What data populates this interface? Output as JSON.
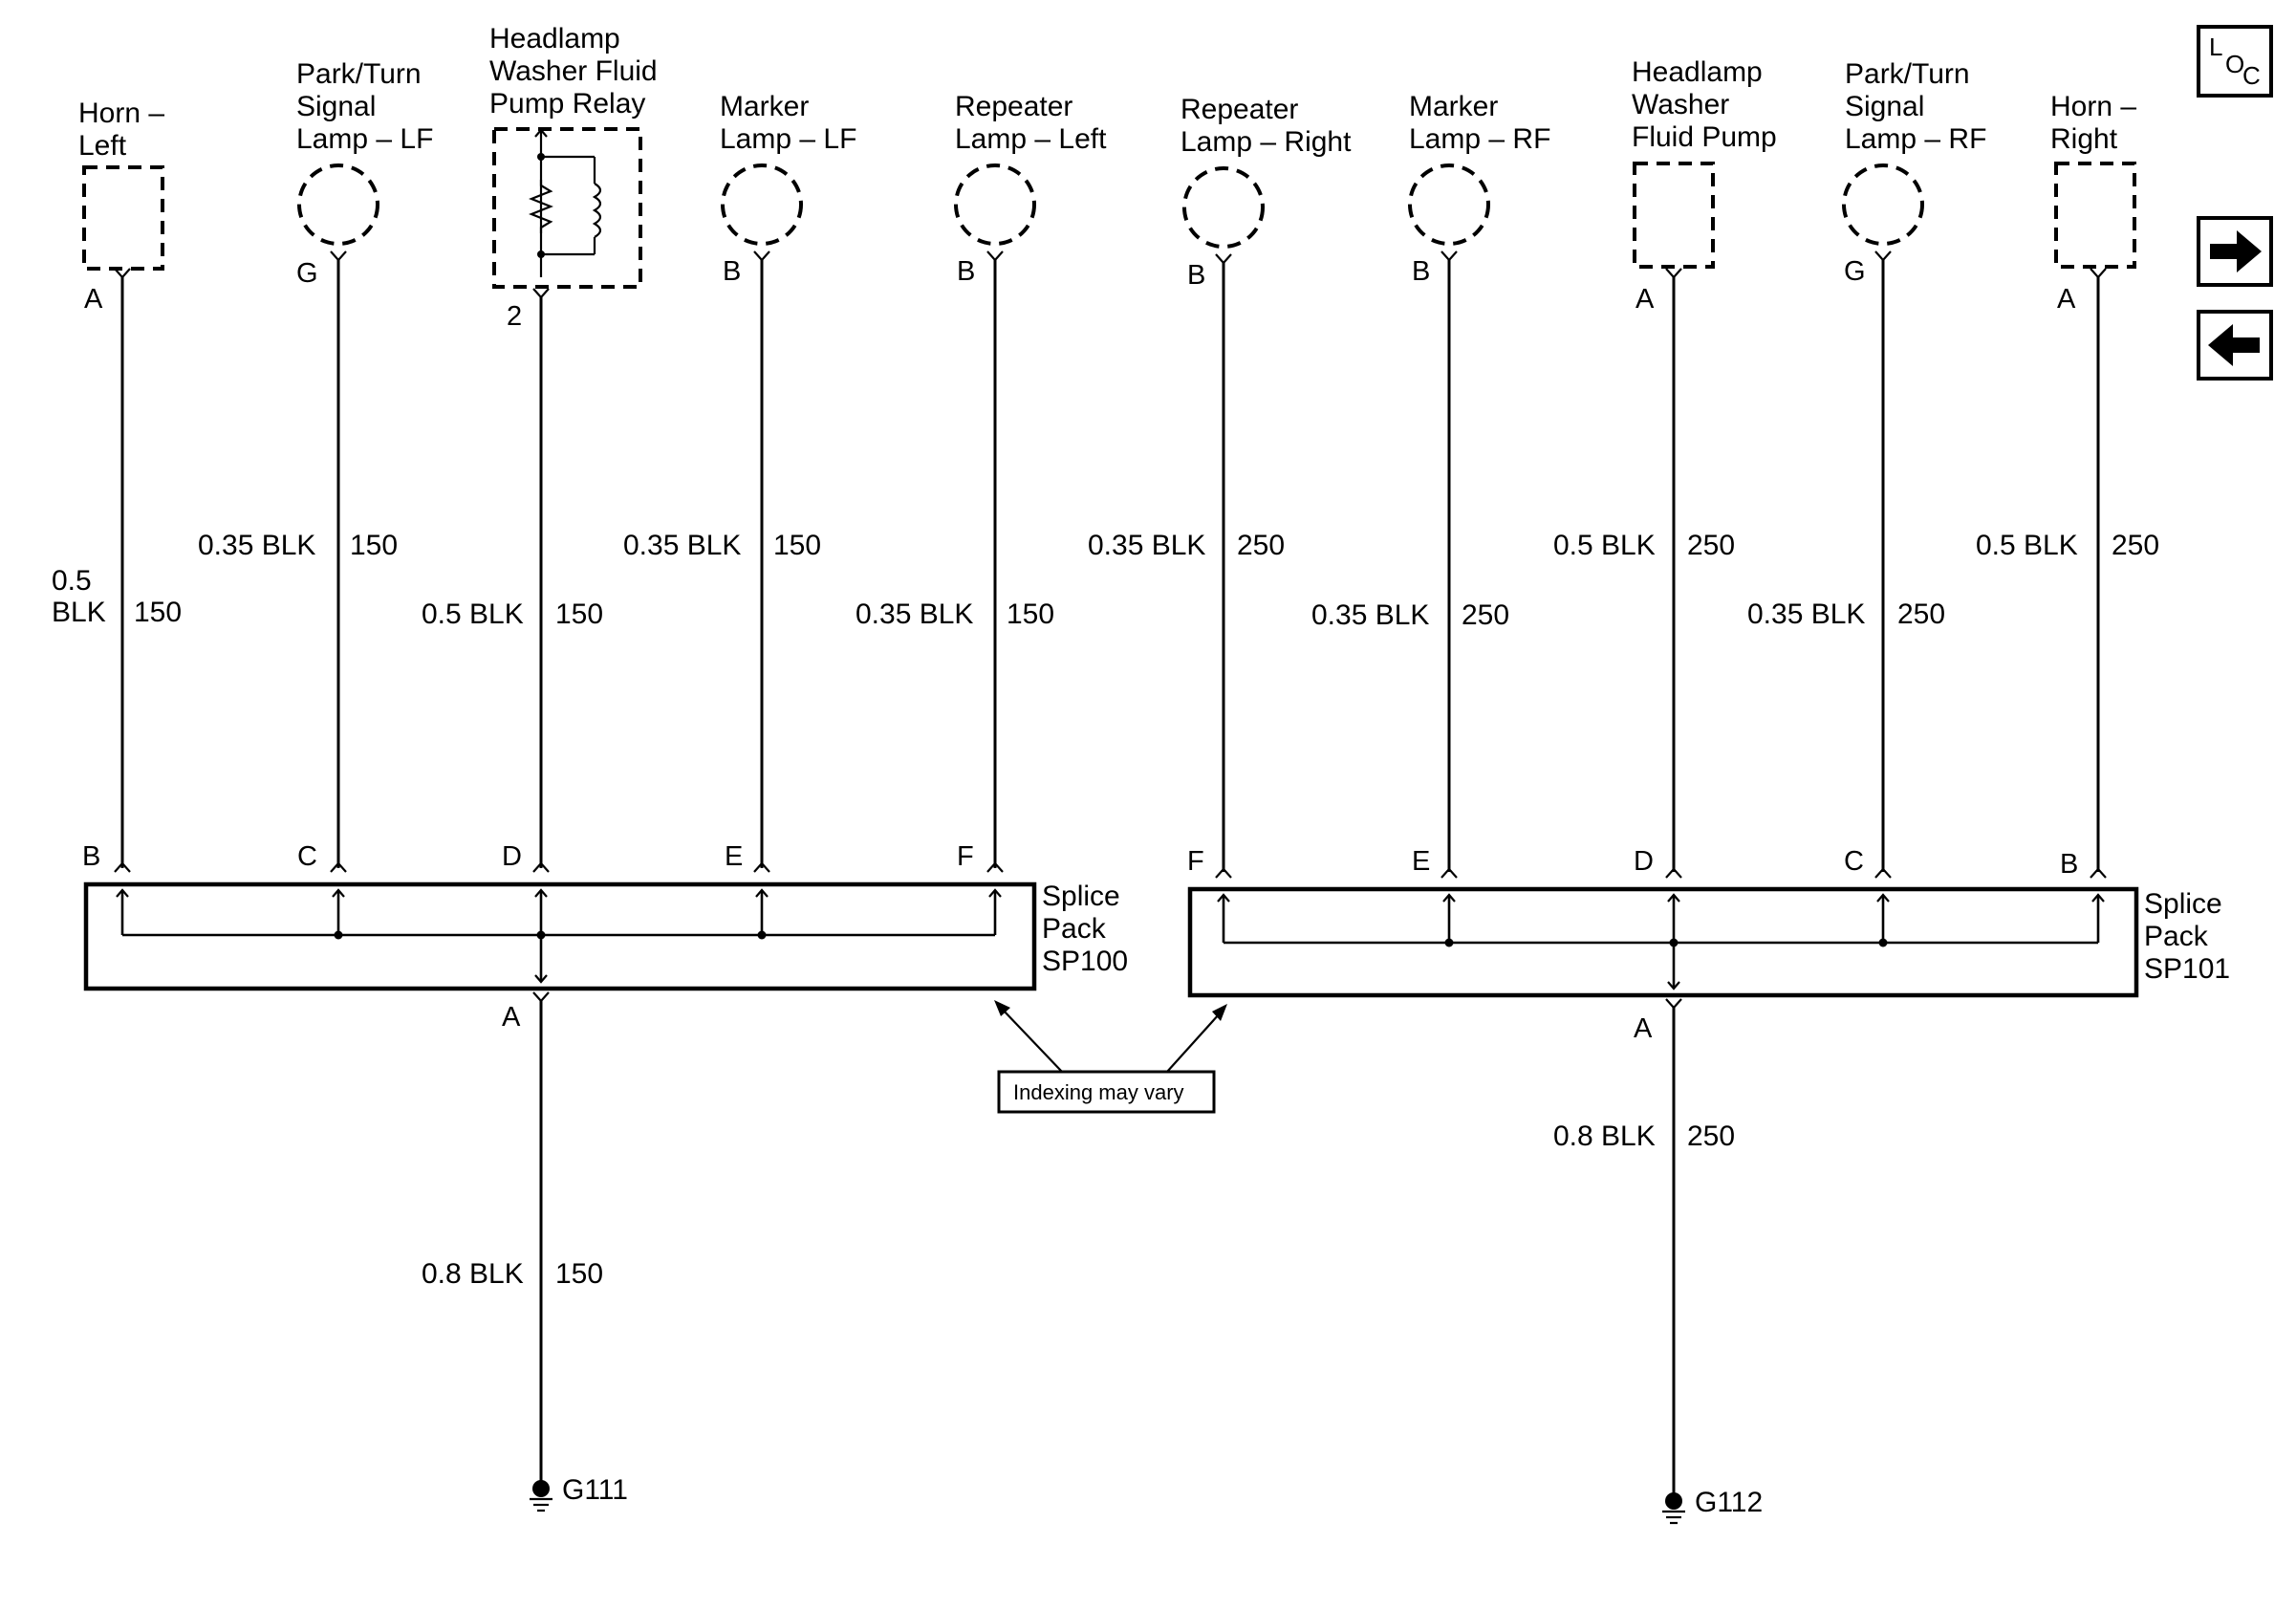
{
  "components": {
    "horn_left": {
      "label": [
        "Horn –",
        "Left"
      ],
      "top_pin": "A",
      "wire": [
        "0.5",
        "BLK"
      ],
      "circuit": "150",
      "splice_pin": "B"
    },
    "park_turn_lf": {
      "label": [
        "Park/Turn",
        "Signal",
        "Lamp – LF"
      ],
      "top_pin": "G",
      "wire": [
        "0.35 BLK"
      ],
      "circuit": "150",
      "splice_pin": "C"
    },
    "headlamp_washer_relay": {
      "label": [
        "Headlamp",
        "Washer Fluid",
        "Pump Relay"
      ],
      "top_pin": "2",
      "wire": [
        "0.5 BLK"
      ],
      "circuit": "150",
      "splice_pin": "D"
    },
    "marker_lf": {
      "label": [
        "Marker",
        "Lamp – LF"
      ],
      "top_pin": "B",
      "wire": [
        "0.35 BLK"
      ],
      "circuit": "150",
      "splice_pin": "E"
    },
    "repeater_left": {
      "label": [
        "Repeater",
        "Lamp – Left"
      ],
      "top_pin": "B",
      "wire": [
        "0.35 BLK"
      ],
      "circuit": "150",
      "splice_pin": "F"
    },
    "repeater_right": {
      "label": [
        "Repeater",
        "Lamp – Right"
      ],
      "top_pin": "B",
      "wire": [
        "0.35 BLK"
      ],
      "circuit": "250",
      "splice_pin": "F"
    },
    "marker_rf": {
      "label": [
        "Marker",
        "Lamp – RF"
      ],
      "top_pin": "B",
      "wire": [
        "0.35 BLK"
      ],
      "circuit": "250",
      "splice_pin": "E"
    },
    "headlamp_washer_pump": {
      "label": [
        "Headlamp",
        "Washer",
        "Fluid Pump"
      ],
      "top_pin": "A",
      "wire": [
        "0.5 BLK"
      ],
      "circuit": "250",
      "splice_pin": "D"
    },
    "park_turn_rf": {
      "label": [
        "Park/Turn",
        "Signal",
        "Lamp – RF"
      ],
      "top_pin": "G",
      "wire": [
        "0.35 BLK"
      ],
      "circuit": "250",
      "splice_pin": "C"
    },
    "horn_right": {
      "label": [
        "Horn –",
        "Right"
      ],
      "top_pin": "A",
      "wire": [
        "0.5 BLK"
      ],
      "circuit": "250",
      "splice_pin": "B"
    }
  },
  "splice_packs": {
    "sp100": {
      "label": [
        "Splice",
        "Pack",
        "SP100"
      ],
      "out_pin": "A",
      "out_wire": "0.8 BLK",
      "out_circuit": "150",
      "ground": "G111"
    },
    "sp101": {
      "label": [
        "Splice",
        "Pack",
        "SP101"
      ],
      "out_pin": "A",
      "out_wire": "0.8 BLK",
      "out_circuit": "250",
      "ground": "G112"
    }
  },
  "note": "Indexing may vary",
  "nav": {
    "locator": {
      "l": "L",
      "o": "O",
      "c": "C"
    },
    "next_icon": "arrow-right-icon",
    "prev_icon": "arrow-left-icon"
  }
}
